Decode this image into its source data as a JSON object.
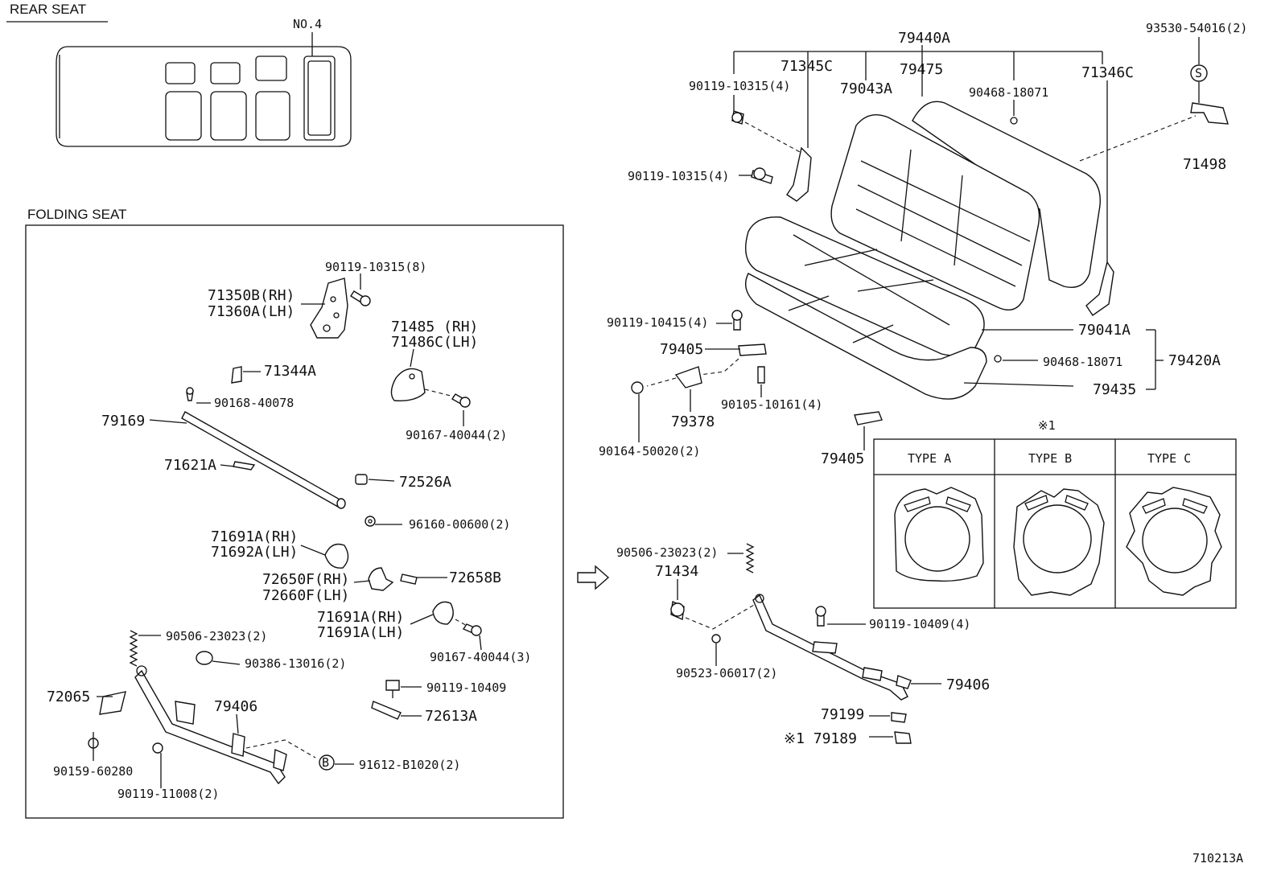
{
  "sections": {
    "rear_seat": "REAR SEAT",
    "folding_seat": "FOLDING SEAT",
    "seat_position": "NO.4"
  },
  "folding_seat_labels": {
    "p90119_10315_8": "90119-10315(8)",
    "p71350b": "71350B(RH)",
    "p71360a": "71360A(LH)",
    "p71485": "71485 (RH)",
    "p71486c": "71486C(LH)",
    "p71344a": "71344A",
    "p90168_40078": "90168-40078",
    "p79169": "79169",
    "p90167_40044_2": "90167-40044(2)",
    "p71621a": "71621A",
    "p72526a": "72526A",
    "p96160_00600": "96160-00600(2)",
    "p71691a_rh": "71691A(RH)",
    "p71692a_lh": "71692A(LH)",
    "p72650f": "72650F(RH)",
    "p72660f": "72660F(LH)",
    "p72658b": "72658B",
    "p71691a_rh2": "71691A(RH)",
    "p71691a_lh2": "71691A(LH)",
    "p90506_23023": "90506-23023(2)",
    "p90386_13016": "90386-13016(2)",
    "p90167_40044_3": "90167-40044(3)",
    "p72065": "72065",
    "p79406": "79406",
    "p90119_10409": "90119-10409",
    "p72613a": "72613A",
    "p90159_60280": "90159-60280",
    "p91612_b1020": "91612-B1020(2)",
    "p90119_11008": "90119-11008(2)",
    "b_mark": "B"
  },
  "main_labels": {
    "p79440a": "79440A",
    "p93530_54016": "93530-54016(2)",
    "p71345c": "71345C",
    "p79475": "79475",
    "p71346c": "71346C",
    "p90119_10315_4a": "90119-10315(4)",
    "p79043a": "79043A",
    "p90468_18071a": "90468-18071",
    "p71498": "71498",
    "p90119_10315_4b": "90119-10315(4)",
    "s_mark": "S",
    "p90119_10415": "90119-10415(4)",
    "p79041a": "79041A",
    "p79405a": "79405",
    "p90468_18071b": "90468-18071",
    "p79420a": "79420A",
    "p79435": "79435",
    "p90105_10161": "90105-10161(4)",
    "p79378": "79378",
    "p90164_50020": "90164-50020(2)",
    "p79405b": "79405",
    "note_mark": "※1",
    "p90506_23023b": "90506-23023(2)",
    "p71434": "71434",
    "p90119_10409_4": "90119-10409(4)",
    "p90523_06017": "90523-06017(2)",
    "p79406b": "79406",
    "p79199": "79199",
    "p79189": "※1 79189"
  },
  "types": {
    "note": "※1",
    "a": "TYPE  A",
    "b": "TYPE  B",
    "c": "TYPE  C"
  },
  "footer": {
    "drawing_id": "710213A"
  }
}
